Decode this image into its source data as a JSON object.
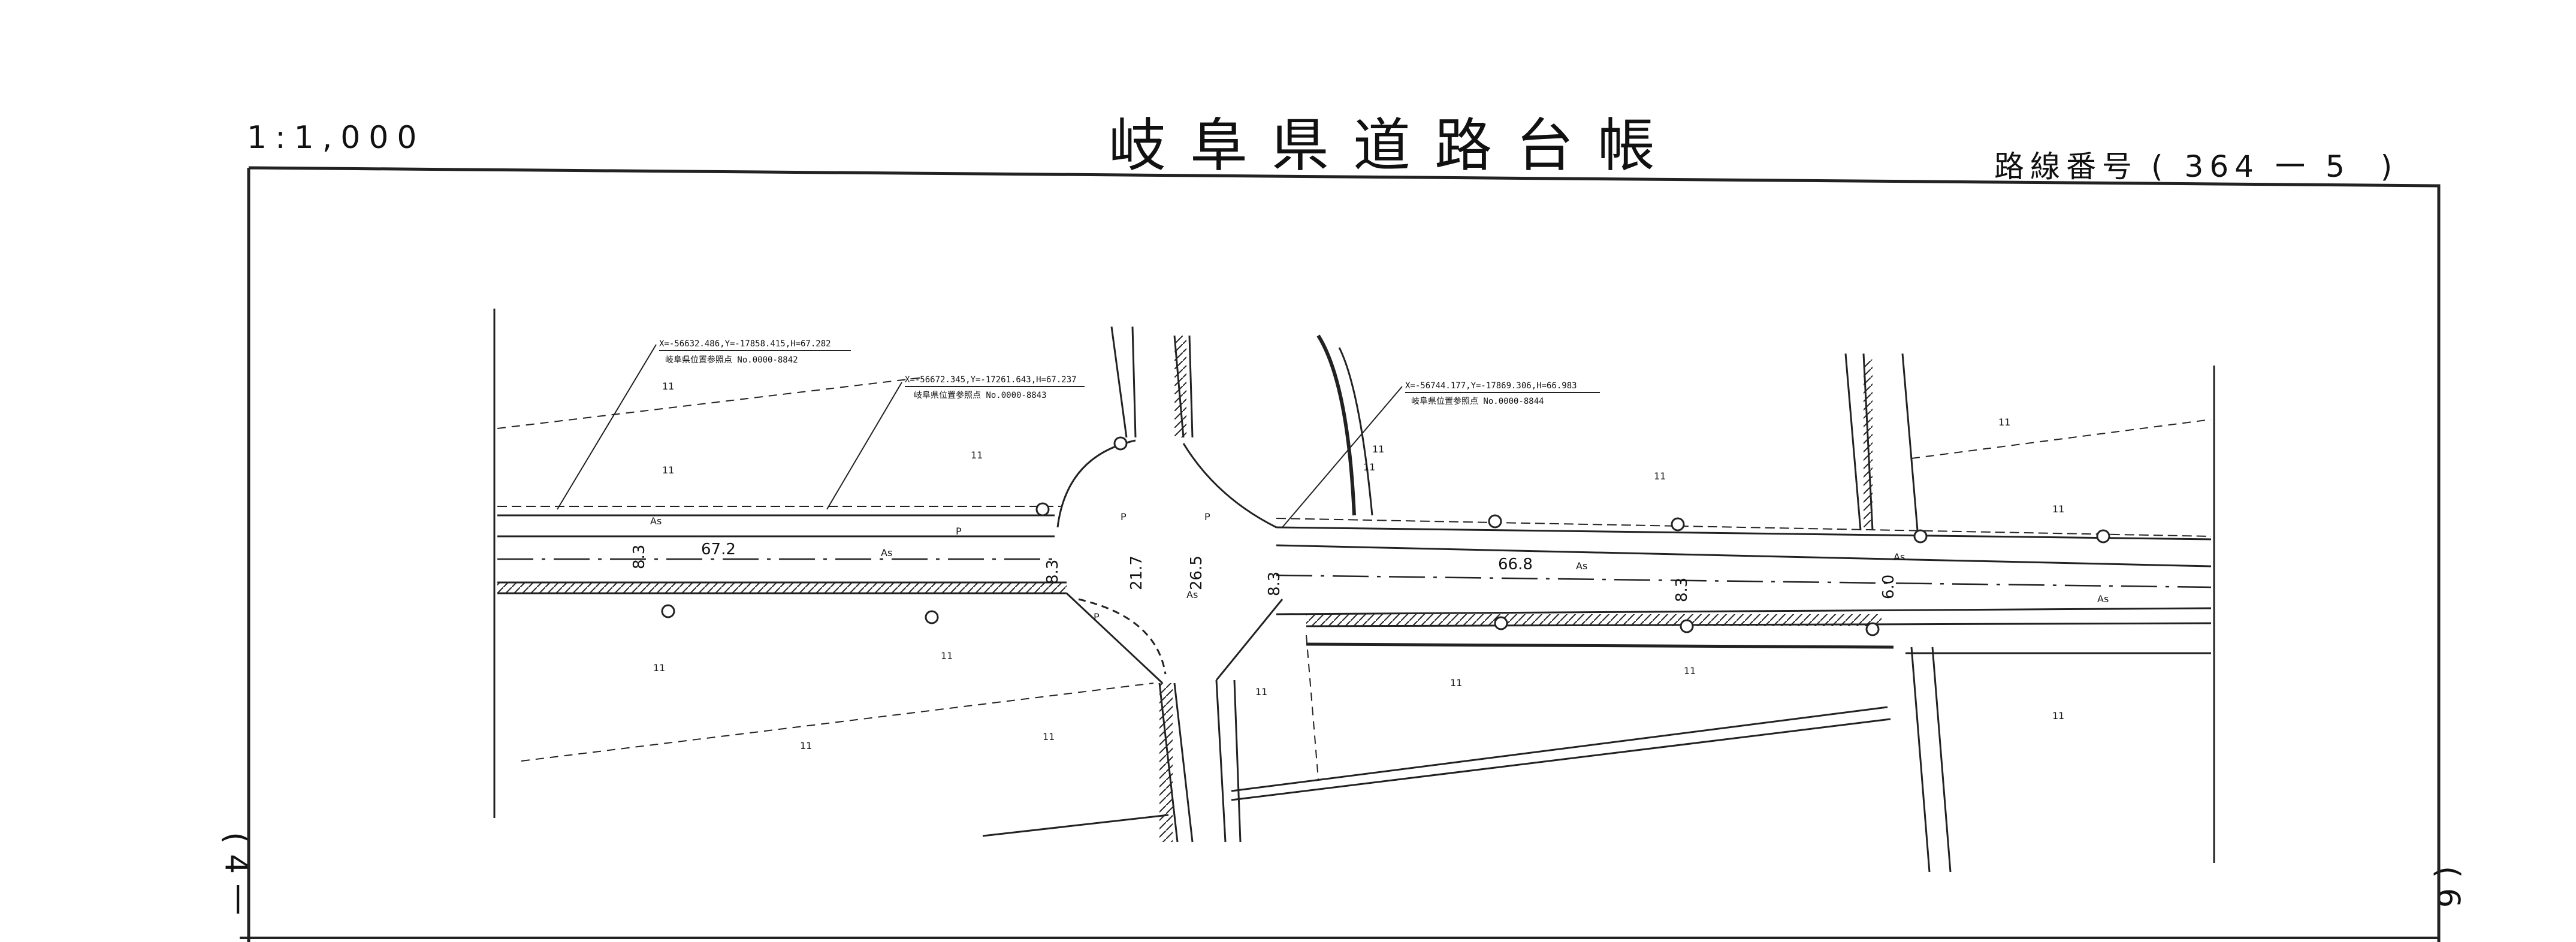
{
  "header": {
    "scale": "1:1,000",
    "title": "岐阜県道路台帳",
    "route_label": "路線番号",
    "route_open": "(",
    "route_number": "364",
    "route_dash": "一",
    "route_section": "5",
    "route_close": ")"
  },
  "margins": {
    "left_sheet": "( 4 一",
    "right_sheet": "( 6"
  },
  "reference_points": [
    {
      "coords": "X=-56632.486,Y=-17858.415,H=67.282",
      "name": "岐阜県位置参照点 No.0000-8842"
    },
    {
      "coords": "X=-56672.345,Y=-17261.643,H=67.237",
      "name": "岐阜県位置参照点 No.0000-8843"
    },
    {
      "coords": "X=-56744.177,Y=-17869.306,H=66.983",
      "name": "岐阜県位置参照点 No.0000-8844"
    }
  ],
  "pavement": {
    "asphalt": "As",
    "paved": "P",
    "mark": "11"
  },
  "dimensions": {
    "left_elevation": "67.2",
    "right_elevation": "66.8",
    "w1": "8.3",
    "w2": "8.3",
    "w3": "21.7",
    "w4": "26.5",
    "w5": "8.3",
    "w6": "8.3",
    "w7": "6.0"
  }
}
